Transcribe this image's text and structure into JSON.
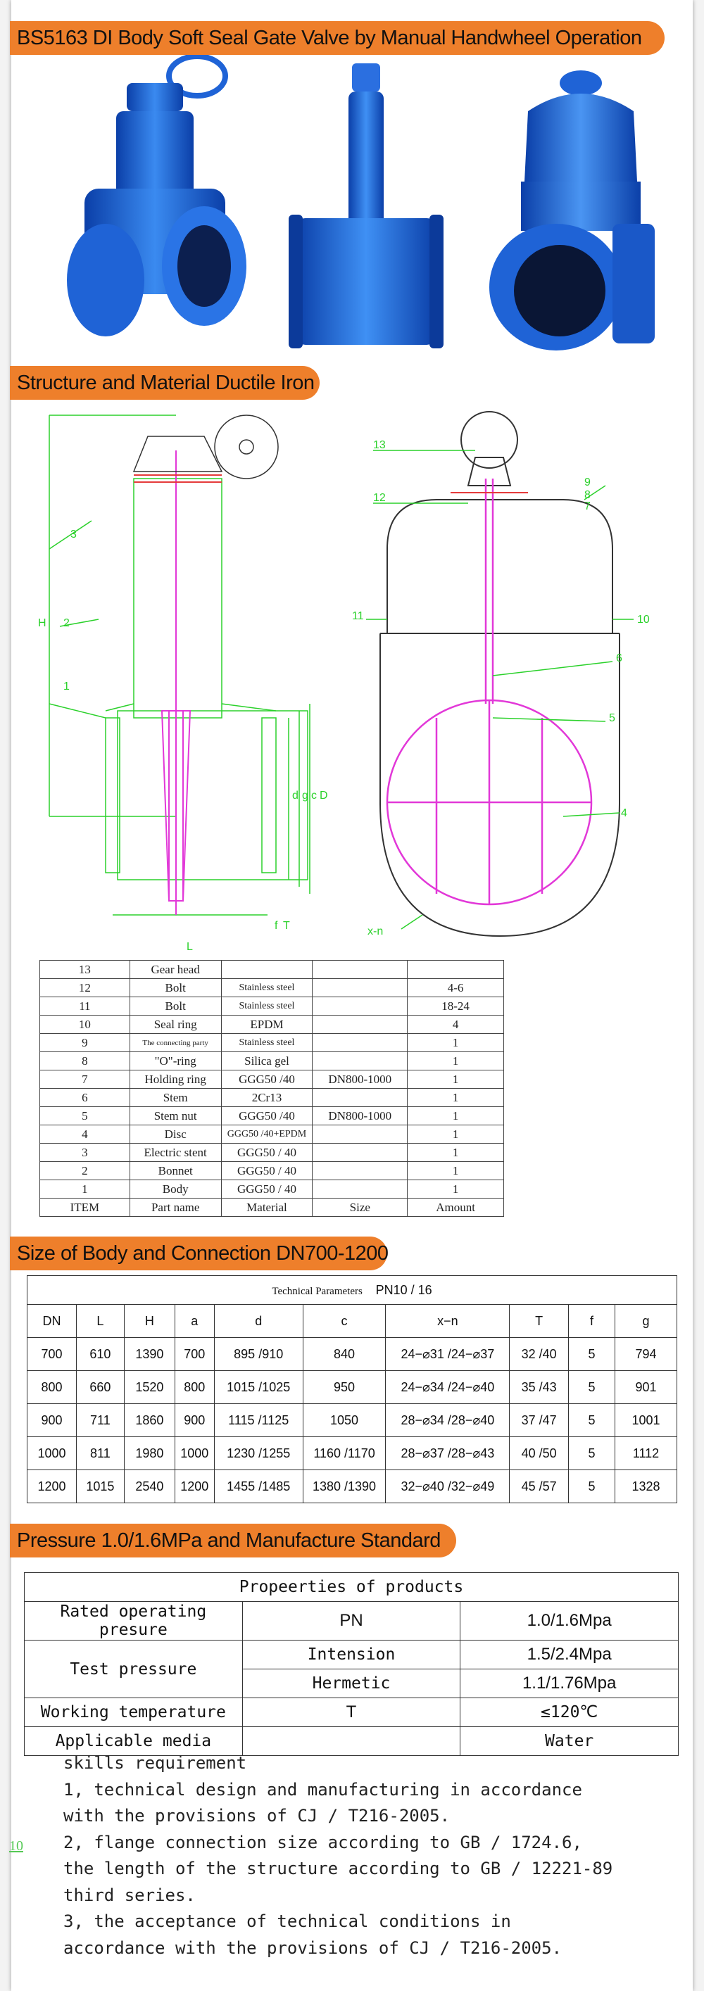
{
  "banners": {
    "b1": "BS5163 DI Body Soft Seal Gate Valve by Manual Handwheel Operation",
    "b2": "Structure and Material Ductile Iron",
    "b3": "Size of Body and Connection DN700-1200",
    "b4": "Pressure 1.0/1.6MPa and Manufacture Standard"
  },
  "colors": {
    "banner": "#ee7f2b",
    "valve_blue": "#1f63d6",
    "drawing_green": "#2bd12b",
    "drawing_magenta": "#e238d8"
  },
  "drawing_labels": {
    "left": [
      "3",
      "2",
      "1",
      "H",
      "L",
      "D",
      "d",
      "g",
      "c",
      "f",
      "T"
    ],
    "right": [
      "13",
      "12",
      "11",
      "10",
      "9",
      "8",
      "7",
      "6",
      "5",
      "4",
      "x-n"
    ]
  },
  "parts_table": {
    "rows": [
      [
        "13",
        "Gear head",
        "",
        "",
        ""
      ],
      [
        "12",
        "Bolt",
        "Stainless steel",
        "",
        "4-6"
      ],
      [
        "11",
        "Bolt",
        "Stainless steel",
        "",
        "18-24"
      ],
      [
        "10",
        "Seal ring",
        "EPDM",
        "",
        "4"
      ],
      [
        "9",
        "The connecting party",
        "Stainless steel",
        "",
        "1"
      ],
      [
        "8",
        "\"O\"-ring",
        "Silica gel",
        "",
        "1"
      ],
      [
        "7",
        "Holding ring",
        "GGG50 /40",
        "DN800-1000",
        "1"
      ],
      [
        "6",
        "Stem",
        "2Cr13",
        "",
        "1"
      ],
      [
        "5",
        "Stem nut",
        "GGG50 /40",
        "DN800-1000",
        "1"
      ],
      [
        "4",
        "Disc",
        "GGG50 /40+EPDM",
        "",
        "1"
      ],
      [
        "3",
        "Electric stent",
        "GGG50 / 40",
        "",
        "1"
      ],
      [
        "2",
        "Bonnet",
        "GGG50 / 40",
        "",
        "1"
      ],
      [
        "1",
        "Body",
        "GGG50 / 40",
        "",
        "1"
      ],
      [
        "ITEM",
        "Part name",
        "Material",
        "Size",
        "Amount"
      ]
    ]
  },
  "tech_table": {
    "caption": "Technical Parameters",
    "pn": "PN10  / 16",
    "headers": [
      "DN",
      "L",
      "H",
      "a",
      "d",
      "c",
      "x−n",
      "T",
      "f",
      "g"
    ],
    "rows": [
      [
        "700",
        "610",
        "1390",
        "700",
        "895 /910",
        "840",
        "24−⌀31 /24−⌀37",
        "32 /40",
        "5",
        "794"
      ],
      [
        "800",
        "660",
        "1520",
        "800",
        "1015 /1025",
        "950",
        "24−⌀34 /24−⌀40",
        "35 /43",
        "5",
        "901"
      ],
      [
        "900",
        "711",
        "1860",
        "900",
        "1115 /1125",
        "1050",
        "28−⌀34 /28−⌀40",
        "37 /47",
        "5",
        "1001"
      ],
      [
        "1000",
        "811",
        "1980",
        "1000",
        "1230 /1255",
        "1160 /1170",
        "28−⌀37 /28−⌀43",
        "40 /50",
        "5",
        "1112"
      ],
      [
        "1200",
        "1015",
        "2540",
        "1200",
        "1455 /1485",
        "1380 /1390",
        "32−⌀40 /32−⌀49",
        "45 /57",
        "5",
        "1328"
      ]
    ]
  },
  "props_table": {
    "title": "Propeerties of products",
    "rated_label": "Rated operating presure",
    "rated_sym": "PN",
    "rated_val": "1.0/1.6Mpa",
    "test_label": "Test pressure",
    "intension_label": "Intension",
    "intension_val": "1.5/2.4Mpa",
    "hermetic_label": "Hermetic",
    "hermetic_val": "1.1/1.76Mpa",
    "temp_label": "Working temperature",
    "temp_sym": "T",
    "temp_val": "≤120℃",
    "media_label": "Applicable media",
    "media_val": "Water"
  },
  "notes": {
    "heading": "skills requirement",
    "n1": "1, technical design and manufacturing in accordance\nwith the provisions of CJ / T216-2005.",
    "n2": "2, flange connection size according to GB / 1724.6,\nthe length of the structure according to GB / 12221-89\nthird series.",
    "n3": "3, the acceptance of technical conditions in\naccordance with the provisions of CJ / T216-2005."
  },
  "page_number": "10"
}
